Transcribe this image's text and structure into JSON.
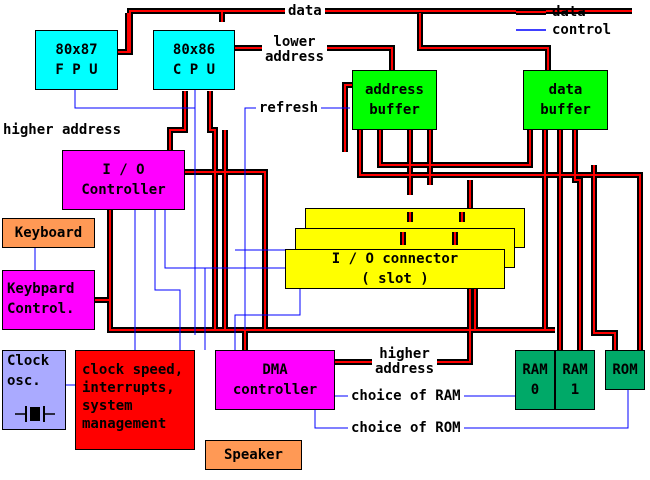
{
  "legend": {
    "data": "data",
    "control": "control"
  },
  "blocks": {
    "fpu": [
      "80x87",
      "F P U"
    ],
    "cpu": [
      "80x86",
      "C P U"
    ],
    "address_buffer": [
      "address",
      "buffer"
    ],
    "data_buffer": [
      "data",
      "buffer"
    ],
    "io_controller": [
      "I / O",
      "Controller"
    ],
    "keyboard": "Keyboard",
    "keyboard_control": [
      "Keybpard",
      "Control."
    ],
    "io_connector": [
      "I / O connector",
      "( slot )"
    ],
    "clock_osc": [
      "Clock",
      "osc."
    ],
    "system": [
      "clock speed,",
      "interrupts,",
      "system",
      "management"
    ],
    "dma": [
      "DMA",
      "controller"
    ],
    "speaker": "Speaker",
    "ram0": [
      "RAM",
      "0"
    ],
    "ram1": [
      "RAM",
      "1"
    ],
    "rom": "ROM"
  },
  "labels": {
    "data_top": "data",
    "lower_address": [
      "lower",
      "address"
    ],
    "refresh": "refresh",
    "higher_address_left": "higher address",
    "higher_address_right": [
      "higher",
      "address"
    ],
    "choice_ram": "choice of RAM",
    "choice_rom": "choice of ROM"
  },
  "colors": {
    "data_bus": "#ff0000",
    "data_bus_outline": "#000000",
    "control_line": "#0000ff"
  }
}
